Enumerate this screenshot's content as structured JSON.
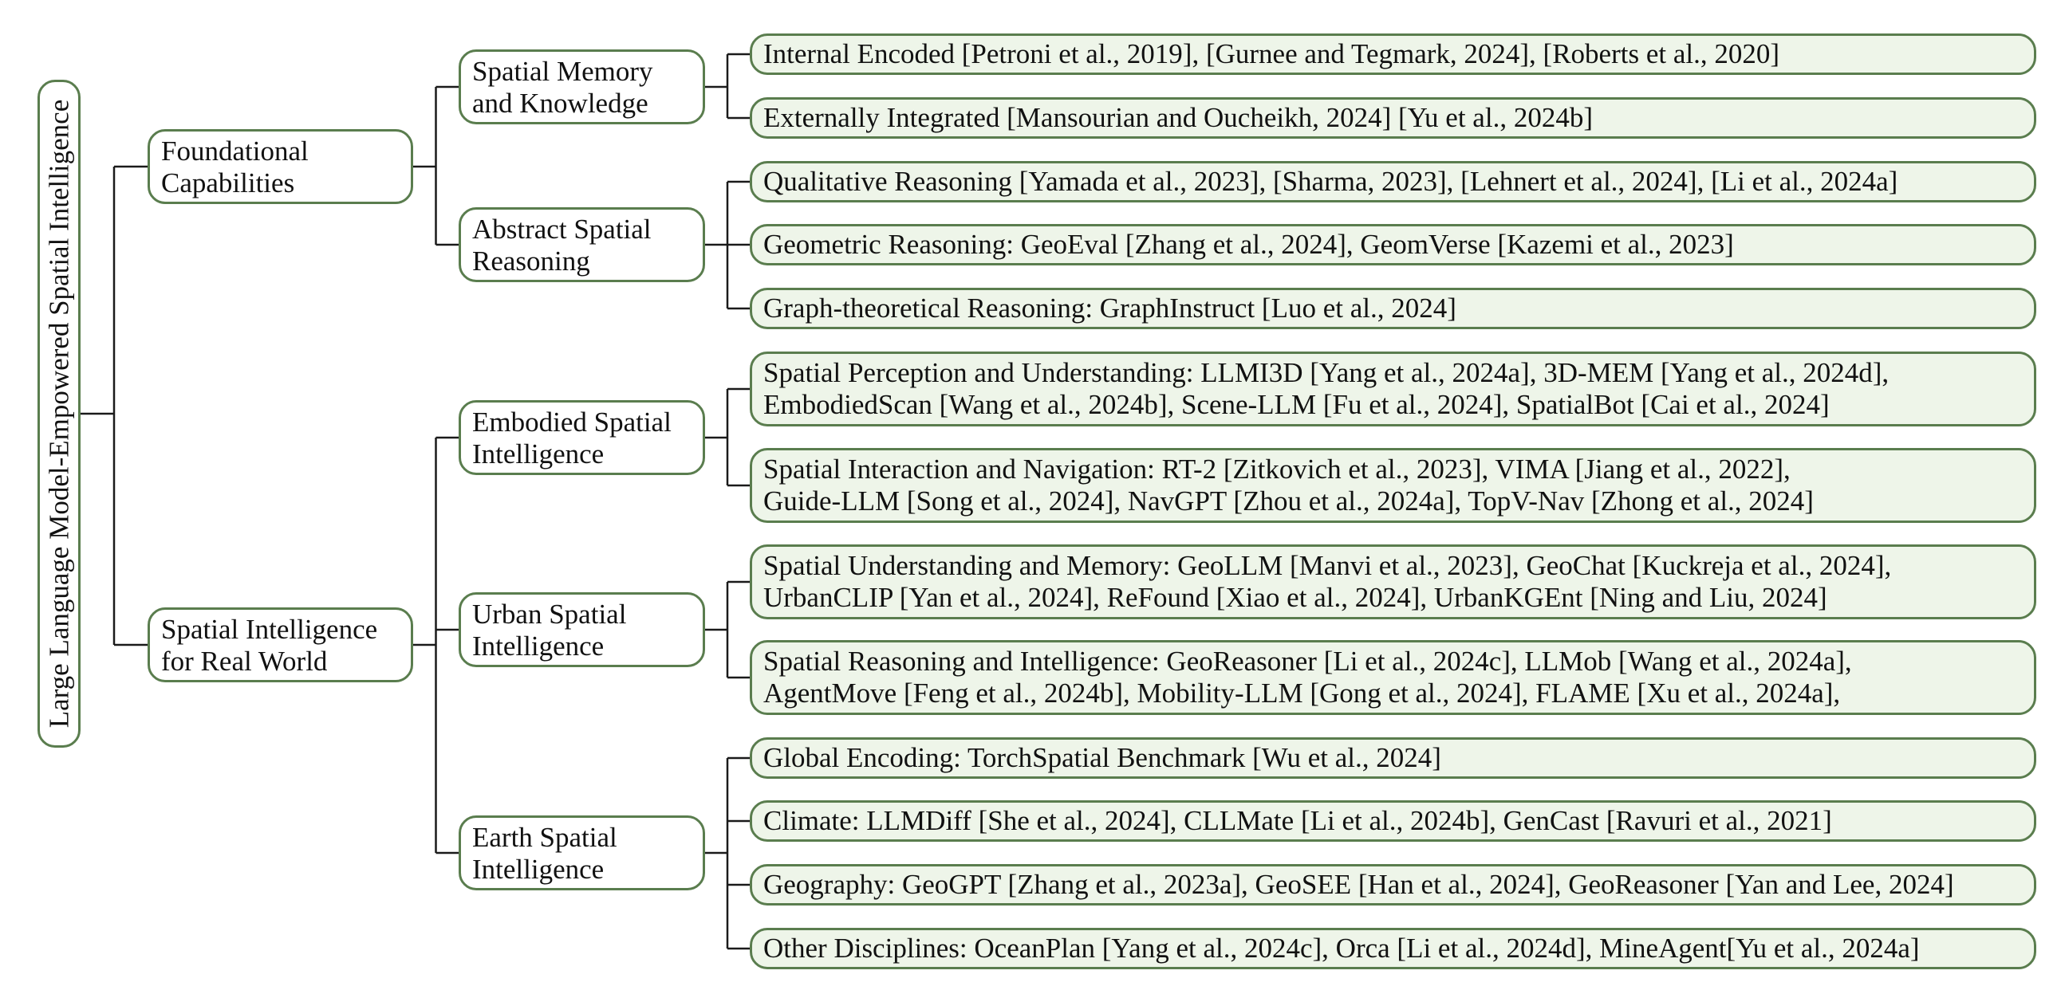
{
  "root": "Large Language Model-Empowered Spatial Intelligence",
  "categories": [
    {
      "lines": [
        "Foundational",
        "Capabilities"
      ],
      "subs": [
        {
          "lines": [
            "Spatial Memory",
            "and Knowledge"
          ],
          "leaves": [
            [
              "Internal Encoded [Petroni et al., 2019], [Gurnee and Tegmark, 2024], [Roberts et al., 2020]"
            ],
            [
              "Externally Integrated [Mansourian and Oucheikh, 2024] [Yu et al., 2024b]"
            ]
          ]
        },
        {
          "lines": [
            "Abstract Spatial",
            "Reasoning"
          ],
          "leaves": [
            [
              "Qualitative Reasoning [Yamada et al., 2023], [Sharma, 2023], [Lehnert et al., 2024], [Li et al., 2024a]"
            ],
            [
              "Geometric Reasoning: GeoEval [Zhang et al., 2024], GeomVerse [Kazemi et al., 2023]"
            ],
            [
              "Graph-theoretical Reasoning: GraphInstruct [Luo et al., 2024]"
            ]
          ]
        }
      ]
    },
    {
      "lines": [
        "Spatial Intelligence",
        "for Real World"
      ],
      "subs": [
        {
          "lines": [
            "Embodied Spatial",
            "Intelligence"
          ],
          "leaves": [
            [
              "Spatial Perception and Understanding: LLMI3D [Yang et al., 2024a], 3D-MEM [Yang et al., 2024d],",
              "EmbodiedScan [Wang et al., 2024b], Scene-LLM [Fu et al., 2024], SpatialBot [Cai et al., 2024]"
            ],
            [
              "Spatial Interaction and Navigation: RT-2 [Zitkovich et al., 2023], VIMA [Jiang et al., 2022],",
              "Guide-LLM [Song et al., 2024], NavGPT [Zhou et al., 2024a], TopV-Nav [Zhong et al., 2024]"
            ]
          ]
        },
        {
          "lines": [
            "Urban Spatial",
            "Intelligence"
          ],
          "leaves": [
            [
              "Spatial Understanding and Memory: GeoLLM [Manvi et al., 2023], GeoChat [Kuckreja et al., 2024],",
              "UrbanCLIP [Yan et al., 2024], ReFound [Xiao et al., 2024], UrbanKGEnt [Ning and Liu, 2024]"
            ],
            [
              "Spatial Reasoning and Intelligence: GeoReasoner [Li et al., 2024c], LLMob [Wang et al., 2024a],",
              "AgentMove [Feng et al., 2024b], Mobility-LLM [Gong et al., 2024], FLAME [Xu et al., 2024a],"
            ]
          ]
        },
        {
          "lines": [
            "Earth Spatial",
            "Intelligence"
          ],
          "leaves": [
            [
              "Global Encoding: TorchSpatial Benchmark [Wu et al., 2024]"
            ],
            [
              "Climate: LLMDiff [She et al., 2024], CLLMate [Li et al., 2024b], GenCast [Ravuri et al., 2021]"
            ],
            [
              "Geography: GeoGPT [Zhang et al., 2023a], GeoSEE [Han et al., 2024], GeoReasoner [Yan and Lee, 2024]"
            ],
            [
              "Other Disciplines: OceanPlan [Yang et al., 2024c], Orca [Li et al., 2024d], MineAgent[Yu et al., 2024a]"
            ]
          ]
        }
      ]
    }
  ]
}
